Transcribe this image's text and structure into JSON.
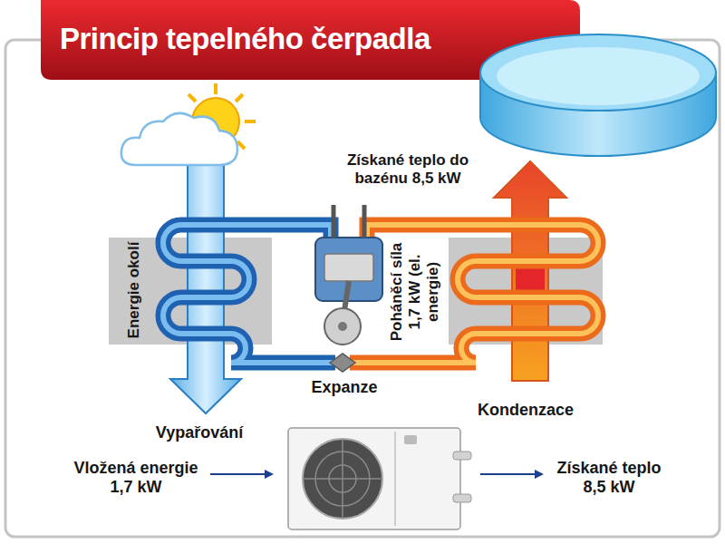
{
  "diagram": {
    "title": "Princip tepelného čerpadla",
    "labels": [
      "Získané teplo do bazénu 8,5 kW",
      "Energie okolí",
      "Poháněcí síla 1,7 kW (el. energie)",
      "Expanze",
      "Vypařování",
      "Kondenzace",
      "Vložená energie 1,7 kW",
      "Získané teplo 8,5 kW"
    ]
  }
}
